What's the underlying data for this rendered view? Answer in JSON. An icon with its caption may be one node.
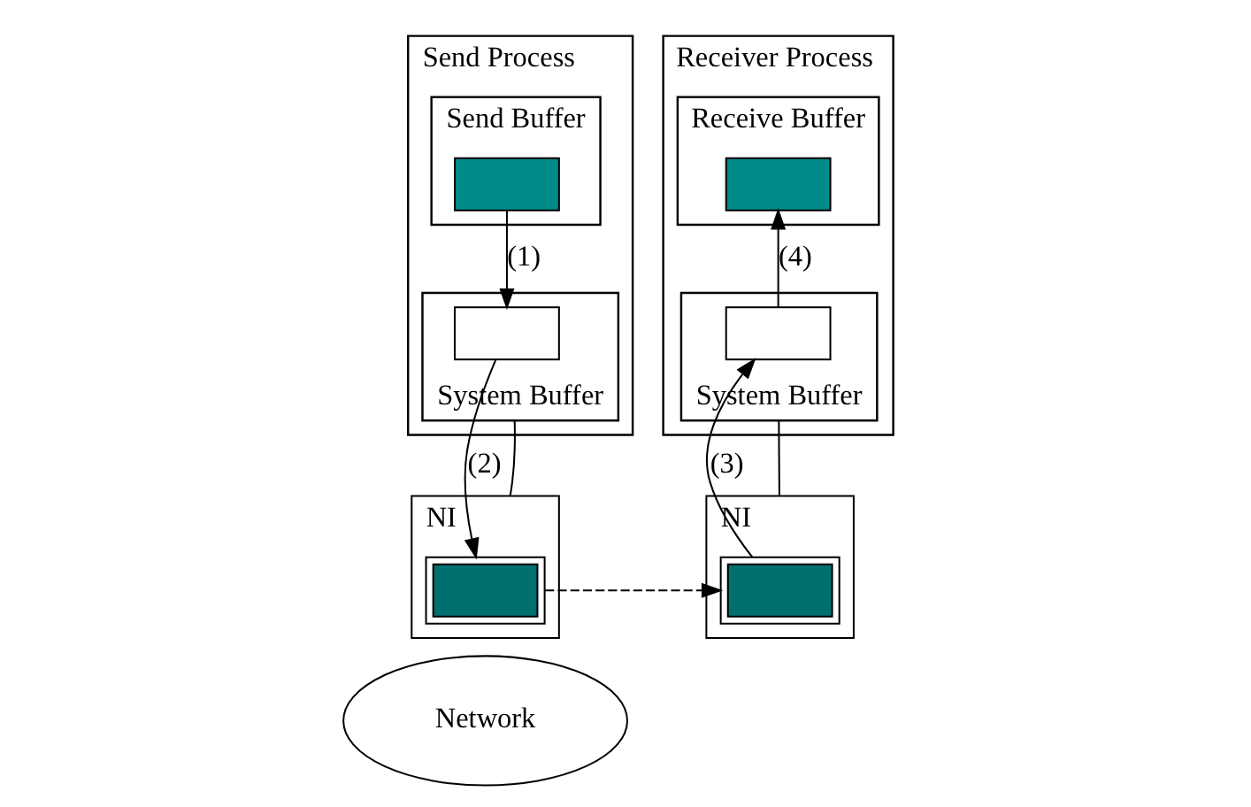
{
  "diagram": {
    "nodes": [
      {
        "text": [
          "Send Process"
        ]
      },
      {
        "text": [
          "Send Buffer"
        ],
        "in": 0
      },
      {
        "text": [],
        "shape": "box",
        "in": 1
      },
      {
        "text": [
          "System Buffer"
        ],
        "in": 0
      },
      {
        "text": [],
        "shape": "box",
        "in": 3
      },
      {
        "text": [
          "NI"
        ]
      },
      {
        "text": [],
        "shape": "box",
        "in": 5
      },
      {
        "text": [
          "Receiver Process"
        ]
      },
      {
        "text": [
          "Receive Buffer"
        ],
        "in": 7
      },
      {
        "text": [],
        "shape": "box",
        "in": 8
      },
      {
        "text": [
          "System Buffer"
        ],
        "in": 7
      },
      {
        "text": [],
        "shape": "box",
        "in": 10
      },
      {
        "text": [
          "NI"
        ]
      },
      {
        "text": [],
        "shape": "box",
        "in": 12
      },
      {
        "text": [
          "Network"
        ]
      }
    ],
    "edges": [
      {
        "from": 2,
        "to": 4,
        "arrow": "to",
        "label": "(1)"
      },
      {
        "from": 4,
        "to": 6,
        "arrow": "to",
        "label": "(2)"
      },
      {
        "from": 3,
        "to": 5,
        "arrow": "none"
      },
      {
        "from": 6,
        "to": 13,
        "arrow": "to",
        "style": "dashed"
      },
      {
        "from": 13,
        "to": 11,
        "arrow": "to",
        "label": "(3)"
      },
      {
        "from": 11,
        "to": 9,
        "arrow": "to",
        "label": "(4)"
      },
      {
        "from": 10,
        "to": 12,
        "arrow": "none"
      }
    ]
  }
}
